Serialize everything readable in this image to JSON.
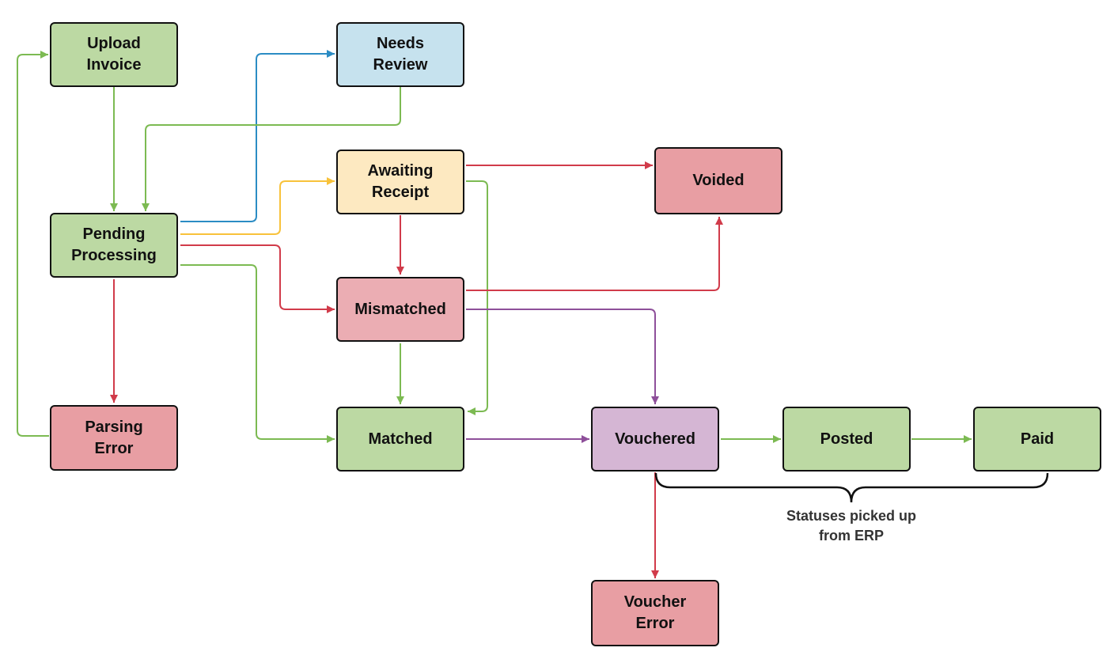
{
  "nodes": {
    "upload_invoice": "Upload\nInvoice",
    "needs_review": "Needs\nReview",
    "pending_processing": "Pending\nProcessing",
    "awaiting_receipt": "Awaiting\nReceipt",
    "voided": "Voided",
    "mismatched": "Mismatched",
    "parsing_error": "Parsing\nError",
    "matched": "Matched",
    "vouchered": "Vouchered",
    "posted": "Posted",
    "paid": "Paid",
    "voucher_error": "Voucher\nError"
  },
  "annotation": "Statuses picked up\nfrom ERP",
  "colors": {
    "green_edge": "#7cba52",
    "blue_edge": "#2b8cc4",
    "yellow_edge": "#f8c23b",
    "red_edge": "#d13b4a",
    "purple_edge": "#8e4f9a",
    "green_fill": "#bcd9a3",
    "blue_fill": "#c6e2ee",
    "yellow_fill": "#fde9c1",
    "red_fill": "#e89ea3",
    "pink_fill": "#ebadb3",
    "purple_fill": "#d5b6d4"
  },
  "edges": [
    {
      "from": "Upload Invoice",
      "to": "Pending Processing",
      "color": "green"
    },
    {
      "from": "Pending Processing",
      "to": "Needs Review",
      "color": "blue"
    },
    {
      "from": "Needs Review",
      "to": "Pending Processing",
      "color": "green"
    },
    {
      "from": "Pending Processing",
      "to": "Awaiting Receipt",
      "color": "yellow"
    },
    {
      "from": "Pending Processing",
      "to": "Mismatched",
      "color": "red"
    },
    {
      "from": "Pending Processing",
      "to": "Matched",
      "color": "green"
    },
    {
      "from": "Pending Processing",
      "to": "Parsing Error",
      "color": "red"
    },
    {
      "from": "Parsing Error",
      "to": "Upload Invoice",
      "color": "green"
    },
    {
      "from": "Awaiting Receipt",
      "to": "Voided",
      "color": "red"
    },
    {
      "from": "Awaiting Receipt",
      "to": "Mismatched",
      "color": "red"
    },
    {
      "from": "Awaiting Receipt",
      "to": "Matched",
      "color": "green"
    },
    {
      "from": "Mismatched",
      "to": "Voided",
      "color": "red"
    },
    {
      "from": "Mismatched",
      "to": "Matched",
      "color": "green"
    },
    {
      "from": "Mismatched",
      "to": "Vouchered",
      "color": "purple"
    },
    {
      "from": "Matched",
      "to": "Vouchered",
      "color": "purple"
    },
    {
      "from": "Vouchered",
      "to": "Posted",
      "color": "green"
    },
    {
      "from": "Posted",
      "to": "Paid",
      "color": "green"
    },
    {
      "from": "Vouchered",
      "to": "Voucher Error",
      "color": "red"
    }
  ]
}
